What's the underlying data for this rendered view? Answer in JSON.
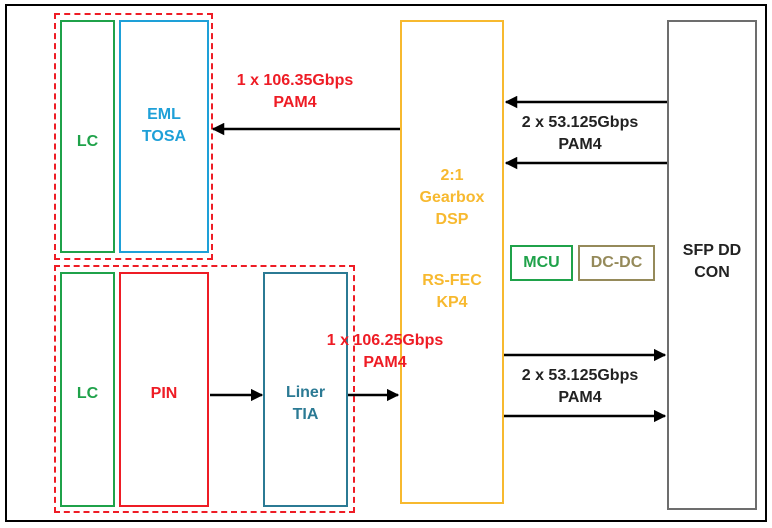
{
  "colors": {
    "red": "#ee1c25",
    "green": "#1fa24a",
    "blue": "#1ea0d8",
    "orange": "#f7b92f",
    "teal": "#2b7a94",
    "gray": "#6d6d6d",
    "olive": "#958a5a",
    "black": "#000000"
  },
  "tx": {
    "lc": "LC",
    "tosa": "EML\nTOSA"
  },
  "rx": {
    "lc": "LC",
    "pin": "PIN",
    "tia": "Liner\nTIA"
  },
  "dsp": {
    "title": "2:1\nGearbox\nDSP",
    "fec": "RS-FEC\nKP4"
  },
  "mcu": "MCU",
  "dcdc": "DC-DC",
  "connector": "SFP DD\nCON",
  "links": {
    "tx_optical": "1 x 106.35Gbps\nPAM4",
    "rx_optical": "1 x 106.25Gbps\nPAM4",
    "host_in": "2 x 53.125Gbps\nPAM4",
    "host_out": "2 x 53.125Gbps\nPAM4"
  },
  "icons": [
    "arrow-left-icon",
    "arrow-right-icon"
  ]
}
